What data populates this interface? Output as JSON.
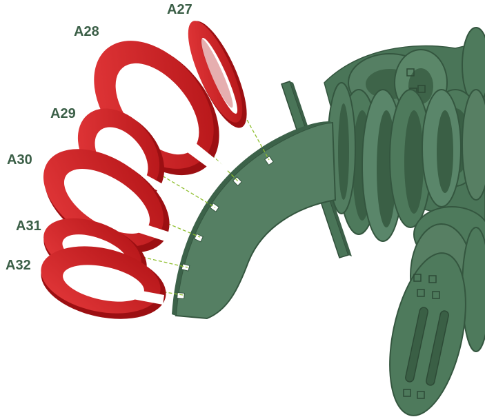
{
  "diagram": {
    "parts": [
      {
        "id": "A27",
        "label": "A27"
      },
      {
        "id": "A28",
        "label": "A28"
      },
      {
        "id": "A29",
        "label": "A29"
      },
      {
        "id": "A30",
        "label": "A30"
      },
      {
        "id": "A31",
        "label": "A31"
      },
      {
        "id": "A32",
        "label": "A32"
      }
    ]
  },
  "colors": {
    "background": "#ffffff",
    "label_text": "#3b5f47",
    "part_red": "#d0191d",
    "part_red_dark": "#8e0d10",
    "part_red_light": "#e23a3c",
    "model_green": "#4e7a5c",
    "model_green_dark": "#34563f",
    "model_green_light": "#6a9577",
    "guide_line": "#8fbf2e"
  }
}
